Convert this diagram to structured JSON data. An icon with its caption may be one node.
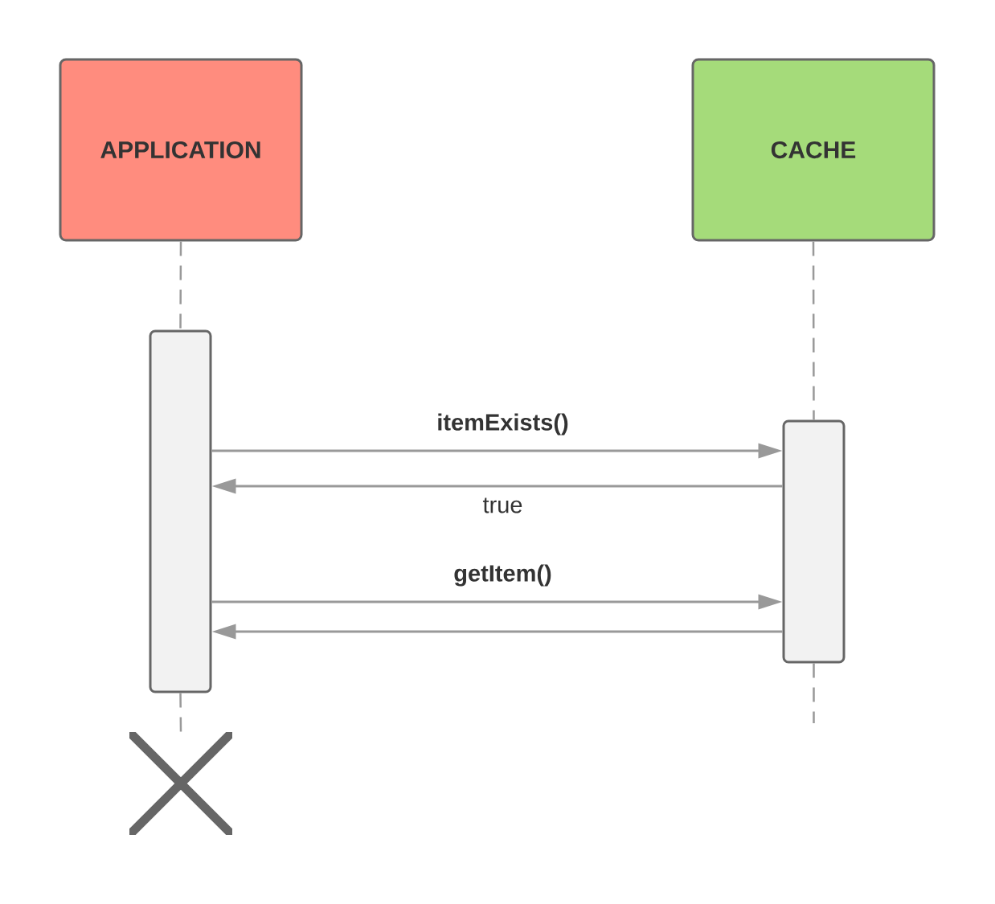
{
  "diagram": {
    "nodes": [
      {
        "text": [
          "APPLICATION"
        ]
      },
      {
        "text": [
          "CACHE"
        ]
      },
      {
        "text": [],
        "shape": "bar"
      },
      {
        "text": [],
        "shape": "bar"
      },
      {
        "text": [],
        "shape": "cross"
      }
    ],
    "edges": [
      {
        "from": 0,
        "to": 2,
        "arrow": "none",
        "style": "dashed"
      },
      {
        "from": 2,
        "to": 4,
        "arrow": "none",
        "style": "dashed"
      },
      {
        "from": 1,
        "to": 3,
        "arrow": "none",
        "style": "dashed"
      },
      {
        "from": 3,
        "to": null,
        "arrow": "none",
        "style": "dashed"
      },
      {
        "from": 2,
        "to": 3,
        "arrow": "to",
        "label": "itemExists()"
      },
      {
        "from": 3,
        "to": 2,
        "arrow": "to",
        "label": "true"
      },
      {
        "from": 2,
        "to": 3,
        "arrow": "to",
        "label": "getItem()"
      },
      {
        "from": 3,
        "to": 2,
        "arrow": "to"
      }
    ]
  }
}
